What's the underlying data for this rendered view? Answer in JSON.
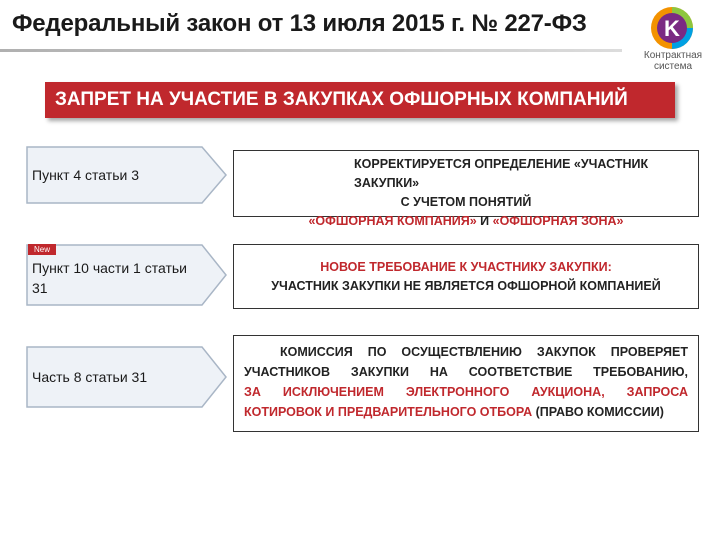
{
  "header": {
    "title": "Федеральный закон от 13 июля 2015 г. № 227-ФЗ"
  },
  "logo": {
    "letter": "K",
    "text": "Контрактная\nсистема",
    "colors": {
      "purple": "#7b2a83",
      "orange": "#f39200",
      "green": "#8dc63f",
      "blue": "#00a0e3"
    }
  },
  "banner": {
    "text": "ЗАПРЕТ НА УЧАСТИЕ В ЗАКУПКАХ ОФШОРНЫХ КОМПАНИЙ",
    "color": "#c0282d"
  },
  "rows": [
    {
      "label": "Пункт 4 статьи 3",
      "lines": [
        {
          "parts": [
            {
              "text": "КОРРЕКТИРУЕТСЯ ОПРЕДЕЛЕНИЕ «УЧАСТНИК ЗАКУПКИ»"
            }
          ]
        },
        {
          "parts": [
            {
              "text": "С УЧЕТОМ ПОНЯТИЙ"
            }
          ]
        },
        {
          "parts": [
            {
              "text": "«ОФШОРНАЯ КОМПАНИЯ»",
              "red": true
            },
            {
              "text": " И "
            },
            {
              "text": "«ОФШОРНАЯ ЗОНА»",
              "red": true
            }
          ]
        }
      ]
    },
    {
      "badge": "New",
      "label": "Пункт 10 части 1 статьи 31",
      "lines": [
        {
          "parts": [
            {
              "text": "НОВОЕ ТРЕБОВАНИЕ К УЧАСТНИКУ ЗАКУПКИ:",
              "red": true
            }
          ]
        },
        {
          "parts": [
            {
              "text": "УЧАСТНИК ЗАКУПКИ НЕ ЯВЛЯЕТСЯ ОФШОРНОЙ КОМПАНИЕЙ"
            }
          ]
        }
      ]
    },
    {
      "label": "Часть 8 статьи 31",
      "lines": [
        {
          "parts": [
            {
              "text": "КОМИССИЯ ПО ОСУЩЕСТВЛЕНИЮ ЗАКУПОК ПРОВЕРЯЕТ"
            }
          ]
        },
        {
          "parts": [
            {
              "text": "УЧАСТНИКОВ ЗАКУПКИ НА СООТВЕТСТВИЕ ТРЕБОВАНИЮ,"
            }
          ]
        },
        {
          "parts": [
            {
              "text": "ЗА ИСКЛЮЧЕНИЕМ ЭЛЕКТРОННОГО АУКЦИОНА, ЗАПРОСА",
              "red": true
            }
          ]
        },
        {
          "parts": [
            {
              "text": "КОТИРОВОК И ПРЕДВАРИТЕЛЬНОГО ОТБОРА",
              "red": true
            },
            {
              "text": " (ПРАВО КОМИССИИ)"
            }
          ]
        }
      ]
    }
  ]
}
